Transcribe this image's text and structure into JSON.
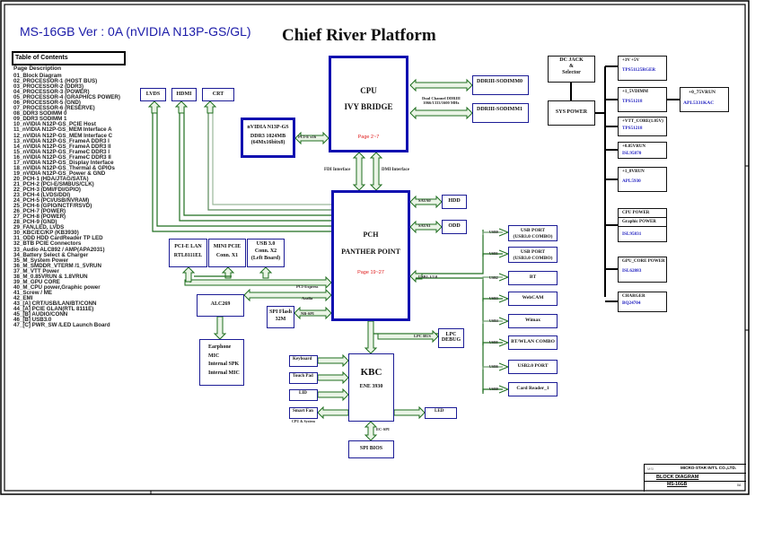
{
  "header": {
    "model": "MS-16GB  Ver : 0A (nVIDIA N13P-GS/GL)",
    "platform": "Chief River Platform"
  },
  "toc": {
    "title": "Table of Contents",
    "subheader": "Page  Description",
    "items": [
      "01_Block Diagram",
      "02_PROCESSOR-1 (HOST BUS)",
      "03_PROCESSOR-2 (DDR3)",
      "04_PROCESSOR-3 (POWER)",
      "05_PROCESSOR-4 (GRAPHICS POWER)",
      "06_PROCESSOR-5 (GND)",
      "07_PROCESSOR-6 (RESERVE)",
      "08_DDR3 SODIMM 0",
      "09_DDR3 SODIMM 1",
      "10_nVIDIA N12P-GS_PCIE Host",
      "11_nVIDIA N12P-GS_MEM Interface A",
      "12_nVIDIA N12P-GS_MEM Interface C",
      "13_nVIDIA N12P-GS_FrameA DDR3 I",
      "14_nVIDIA N12P-GS_FrameA DDR3 II",
      "15_nVIDIA N12P-GS_FrameC DDR3 I",
      "16_nVIDIA N12P-GS_FrameC DDR3 II",
      "17_nVIDIA N12P-GS_Display Interface",
      "18_nVIDIA N12P-GS_Thermal & GPIOs",
      "19_nVIDIA N12P-GS_Power & GND",
      "20_PCH-1 (HDA/JTAG/SATA)",
      "21_PCH-2 (PCI-E/SMBUS/CLK)",
      "22_PCH-3 (DMI/FDI/GPIO)",
      "23_PCH-4 (LVDS/DDI)",
      "24_PCH-5 (PCI/USB/NVRAM)",
      "25_PCH-6 (GPIO/NCTF/RSVD)",
      "26_PCH-7 (POWER)",
      "27_PCH-8 (POWER)",
      "28_PCH-9 (GND)",
      "29_FAN,LED, LVDS",
      "30_KBC/EC/KP (KB3930)",
      "31_ODD HDD CardReader TP LED",
      "32_BTB PCIE Connectors",
      "33_Audio ALC892 / AMP(APA2031)",
      "34_Battery Select & Charger",
      "35_M_System Power",
      "36_M_SMDDR_VTERM /1_5VRUN",
      "37_M_VTT Power",
      "38_M_0.85VRUN & 1.8VRUN",
      "39_M_GPU CORE",
      "40_M_CPU power,Graphic power",
      "41_Screw / ME",
      "42_EMI",
      "43_[A] CRT/USB/LAN/BT/CONN",
      "44_[A] PCIE GLAN(RTL 8111E)",
      "45_[B] AUDIO/CONN",
      "46_[B] USB3.0",
      "47_[C] PWR_SW /LED Launch Board"
    ]
  },
  "blocks": {
    "cpu": {
      "line1": "CPU",
      "line2": "IVY BRIDGE",
      "page": "Page 2~7"
    },
    "pch": {
      "line1": "PCH",
      "line2": "PANTHER POINT",
      "page": "Page 19~27"
    },
    "gpu": {
      "line1": "nVIDIA N13P-GS",
      "line2": "DDR3 1024MB",
      "line3": "(64Mx16bitx8)"
    },
    "lvds": "LVDS",
    "hdmi": "HDMI",
    "crt": "CRT",
    "sodimm0": "DDRIII-SODIMM0",
    "sodimm1": "DDRIII-SODIMM1",
    "dual_channel": "Dual Channel DDRIII",
    "dual_channel_speed": "1066/1333/1600 MHz",
    "hdd": "HDD",
    "odd": "ODD",
    "pcie_lan": {
      "line1": "PCI-E LAN",
      "line2": "RTL8111EL"
    },
    "mini_pcie": {
      "line1": "MINI PCIE",
      "line2": "Conn. X1"
    },
    "usb30": {
      "line1": "USB 3.0",
      "line2": "Conn. X2",
      "line3": "(Left Board)"
    },
    "alc": "ALC269",
    "spi_flash": {
      "line1": "SPI Flash",
      "line2": "32M"
    },
    "audio_out": [
      "Earphone",
      "MIC",
      "Internal SPK",
      "Internal MIC"
    ],
    "lpc_debug": {
      "line1": "LPC",
      "line2": "DEBUG"
    },
    "kbc": {
      "line1": "KBC",
      "line2": "ENE 3930"
    },
    "keyboard": "Keyboard",
    "touchpad": "Touch Pad",
    "lid": "LID",
    "smart_fan": "Smart Fan",
    "smart_fan_sub": "CPU & System",
    "led": "LED",
    "spi_bios": "SPI BIOS"
  },
  "bus_labels": {
    "pcie_x16": "PCI-E x16",
    "fdi": "FDI Interface",
    "dmi": "DMI Interface",
    "sata0": "SATA0",
    "sata1": "SATA1",
    "usb": "USB1.1/2.0",
    "pci_express": "PCI-Express",
    "azalia": "Azalia",
    "nb_spi": "NB-SPI",
    "lpc_bus": "LPC BUS",
    "ec_spi": "EC-SPI"
  },
  "usb_ports": [
    {
      "port": "USB0",
      "line1": "USB PORT",
      "line2": "(USB3.0 COMBO)"
    },
    {
      "port": "USB1",
      "line1": "USB PORT",
      "line2": "(USB3.0 COMBO)"
    },
    {
      "port": "USB2",
      "line1": "BT",
      "line2": ""
    },
    {
      "port": "USB3",
      "line1": "WebCAM",
      "line2": ""
    },
    {
      "port": "USB4",
      "line1": "Wimax",
      "line2": ""
    },
    {
      "port": "USB5",
      "line1": "BT/WLAN COMBO",
      "line2": ""
    },
    {
      "port": "USB6",
      "line1": "USB2.0 PORT",
      "line2": ""
    },
    {
      "port": "USB9",
      "line1": "Card Reader_1",
      "line2": ""
    }
  ],
  "power": {
    "dc_jack": {
      "line1": "DC JACK",
      "line2": "&",
      "line3": "Selector"
    },
    "sys_power": "SYS POWER",
    "rails": [
      {
        "name": "+3V +5V",
        "ic": "TPS51125RGER"
      },
      {
        "name": "+1_5VDIMM",
        "ic": "TPS51218"
      },
      {
        "name": "+VTT_CORE(1.05V)",
        "ic": "TPS51218"
      },
      {
        "name": "+0.85VRUN",
        "ic": "ISL95870"
      },
      {
        "name": "+1_8VRUN",
        "ic": "APL5930"
      },
      {
        "name": "CPU POWER",
        "name2": "Graphic POWER",
        "ic": "ISL95831"
      },
      {
        "name": "GPU_CORE POWER",
        "ic": "ISL62883"
      },
      {
        "name": "CHARGER",
        "ic": "BQ24704"
      }
    ],
    "vrun075": {
      "name": "+0_75VRUN",
      "ic": "APL5331KAC"
    }
  },
  "title_block": {
    "company": "MICRO-STAR INT'L CO.,LTD.",
    "logo": "MSI",
    "doc_title": "BLOCK DIAGRAM",
    "doc_number": "MS-16GB",
    "rev": "0A"
  },
  "colors": {
    "box_border": "#1c1c96",
    "arrow_green": "#1e6e1e",
    "arrow_fill": "#e8f3e4",
    "chip_blue": "#2020c0",
    "page_red": "#e02020"
  }
}
